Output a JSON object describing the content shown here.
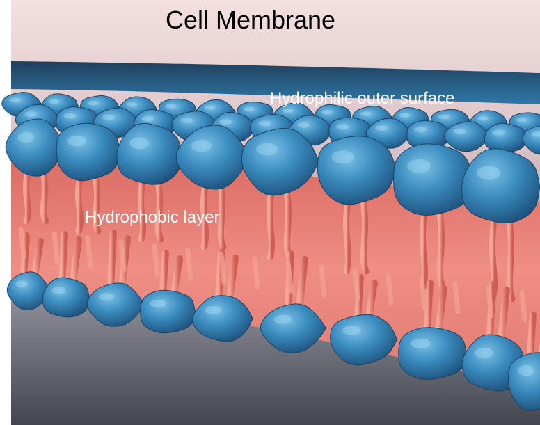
{
  "title": "Cell Membrane",
  "labels": {
    "outer_surface": "Hydrophilic outer surface",
    "inner_layer": "Hydrophobic layer"
  },
  "colors": {
    "head": "#3a8bbd",
    "tail": "#e07565",
    "core": "#e8837a",
    "background_top": "#f3dcdc",
    "background_bottom": "#474a55"
  }
}
